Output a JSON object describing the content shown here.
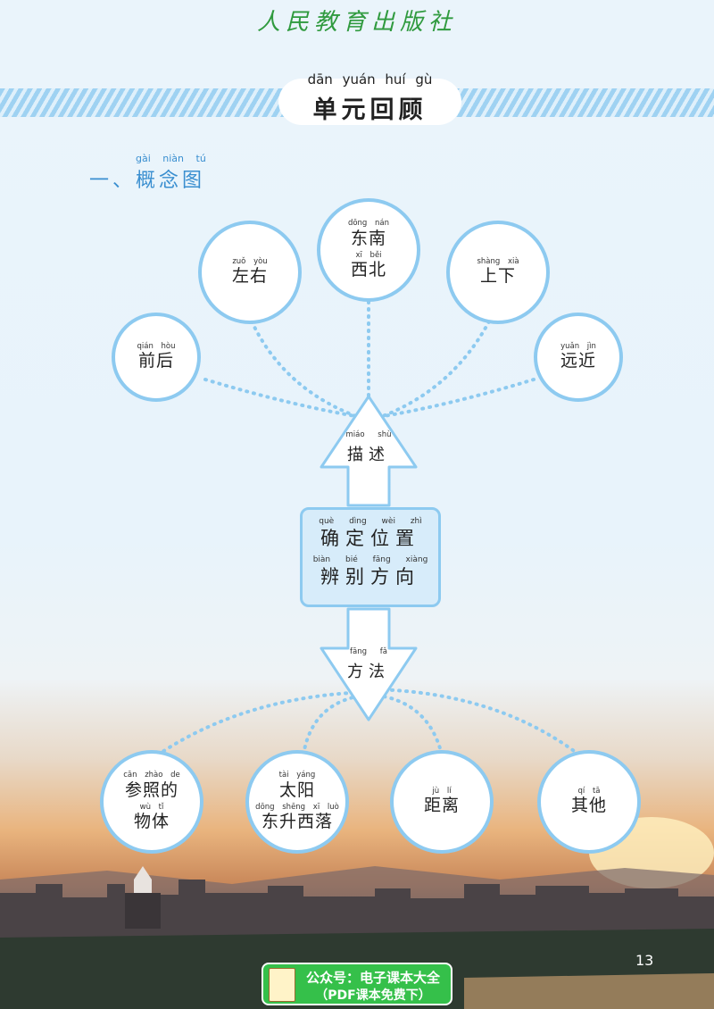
{
  "header": {
    "publisher": "人民教育出版社"
  },
  "title": {
    "pinyin": "dān yuán huí gù",
    "text": "单元回顾"
  },
  "section": {
    "pinyin": "gài niàn tú",
    "text": "一、概念图"
  },
  "top_nodes": [
    {
      "pinyin": "qián hòu",
      "text": "前后"
    },
    {
      "pinyin": "zuǒ yòu",
      "text": "左右"
    },
    {
      "pinyin": "dōng nán",
      "text": "东南",
      "pinyin2": "xī běi",
      "text2": "西北"
    },
    {
      "pinyin": "shàng xià",
      "text": "上下"
    },
    {
      "pinyin": "yuǎn jìn",
      "text": "远近"
    }
  ],
  "up_arrow": {
    "pinyin": "miáo shù",
    "text": "描述"
  },
  "center": {
    "line1_pinyin": "què dìng wèi zhì",
    "line1": "确定位置",
    "line2_pinyin": "biàn bié fāng xiàng",
    "line2": "辨别方向"
  },
  "down_arrow": {
    "pinyin": "fāng fǎ",
    "text": "方法"
  },
  "bottom_nodes": [
    {
      "pinyin": "cān zhào de",
      "text": "参照的",
      "pinyin2": "wù tǐ",
      "text2": "物体"
    },
    {
      "pinyin": "tài yáng",
      "text": "太阳",
      "pinyin2": "dōng shēng xī luò",
      "text2": "东升西落"
    },
    {
      "pinyin": "jù lí",
      "text": "距离"
    },
    {
      "pinyin": "qí tā",
      "text": "其他"
    }
  ],
  "page_number": "13",
  "banner": {
    "line1": "公众号：电子课本大全",
    "line2": "（PDF课本免费下）"
  },
  "colors": {
    "accent": "#3a8fd0",
    "circle_border": "#8dcaf0",
    "publisher_green": "#2f9a3e"
  }
}
